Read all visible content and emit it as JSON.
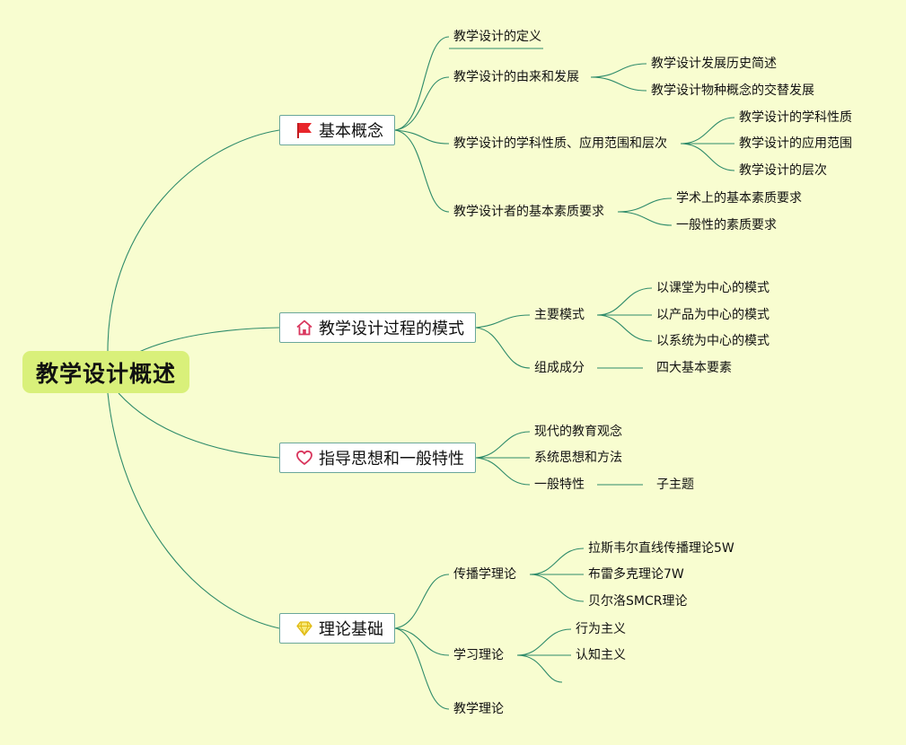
{
  "root": {
    "label": "教学设计概述"
  },
  "branches": [
    {
      "label": "基本概念",
      "icon": "flag-icon",
      "children": [
        {
          "label": "教学设计的定义"
        },
        {
          "label": "教学设计的由来和发展",
          "children": [
            {
              "label": "教学设计发展历史简述"
            },
            {
              "label": "教学设计物种概念的交替发展"
            }
          ]
        },
        {
          "label": "教学设计的学科性质、应用范围和层次",
          "children": [
            {
              "label": "教学设计的学科性质"
            },
            {
              "label": "教学设计的应用范围"
            },
            {
              "label": "教学设计的层次"
            }
          ]
        },
        {
          "label": "教学设计者的基本素质要求",
          "children": [
            {
              "label": "学术上的基本素质要求"
            },
            {
              "label": "一般性的素质要求"
            }
          ]
        }
      ]
    },
    {
      "label": "教学设计过程的模式",
      "icon": "home-icon",
      "children": [
        {
          "label": "主要模式",
          "children": [
            {
              "label": "以课堂为中心的模式"
            },
            {
              "label": "以产品为中心的模式"
            },
            {
              "label": "以系统为中心的模式"
            }
          ]
        },
        {
          "label": "组成成分",
          "children": [
            {
              "label": "四大基本要素"
            }
          ]
        }
      ]
    },
    {
      "label": "指导思想和一般特性",
      "icon": "heart-icon",
      "children": [
        {
          "label": "现代的教育观念"
        },
        {
          "label": "系统思想和方法"
        },
        {
          "label": "一般特性",
          "children": [
            {
              "label": "子主题"
            }
          ]
        }
      ]
    },
    {
      "label": "理论基础",
      "icon": "diamond-icon",
      "children": [
        {
          "label": "传播学理论",
          "children": [
            {
              "label": "拉斯韦尔直线传播理论5W"
            },
            {
              "label": "布雷多克理论7W"
            },
            {
              "label": "贝尔洛SMCR理论"
            }
          ]
        },
        {
          "label": "学习理论",
          "children": [
            {
              "label": "行为主义"
            },
            {
              "label": "认知主义"
            },
            {
              "label": ""
            }
          ]
        },
        {
          "label": "教学理论"
        }
      ]
    }
  ],
  "colors": {
    "background": "#f8fdd0",
    "root_fill": "#d9f07a",
    "connector": "#2e8b6a",
    "node_border": "#6aa79a",
    "flag": "#e8262b",
    "home": "#d9365d",
    "heart": "#d9365d",
    "diamond": "#f2d21b"
  }
}
